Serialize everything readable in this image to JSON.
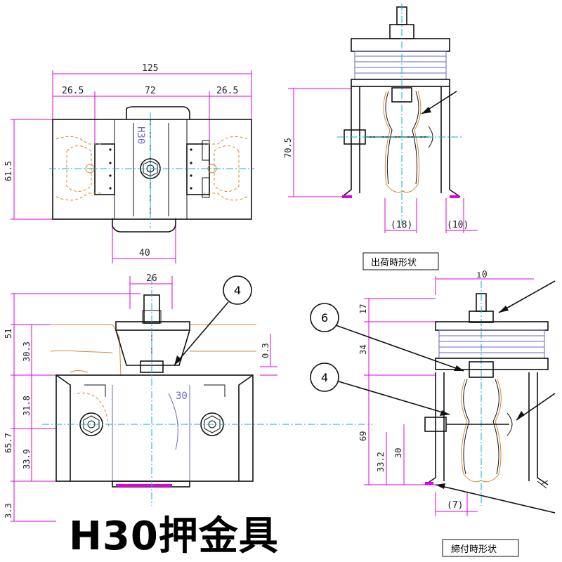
{
  "title": "H30押金具",
  "labels": {
    "shipping_shape": "出荷時形状",
    "tightened_shape": "締付時形状",
    "part_stamp": "H30",
    "partial_30": "30"
  },
  "dimensions": {
    "top_overall": "125",
    "top_left": "26.5",
    "top_mid": "72",
    "top_right": "26.5",
    "top_height": "61.5",
    "top_bottom_width": "40",
    "side_top_height": "70.5",
    "side_top_w18": "(18)",
    "side_top_w10": "(10)",
    "front_w26": "26",
    "front_51": "51",
    "front_30_3": "30.3",
    "front_0_3": "0.3",
    "front_31_8": "31.8",
    "front_65_7": "65.7",
    "front_33_9": "33.9",
    "front_3_3": "3.3",
    "side_b_top": "ı0",
    "side_b_17": "17",
    "side_b_34": "34",
    "side_b_69": "69",
    "side_b_33_2": "33.2",
    "side_b_30": "30",
    "side_b_7": "(7)"
  },
  "callouts": {
    "c1": "4",
    "c2": "6",
    "c3": "4"
  },
  "colors": {
    "dimension": "#e000e0",
    "outline": "#d08a30",
    "centerline": "#00b8c8",
    "hidden": "#6a66c8",
    "solid": "#111111"
  }
}
